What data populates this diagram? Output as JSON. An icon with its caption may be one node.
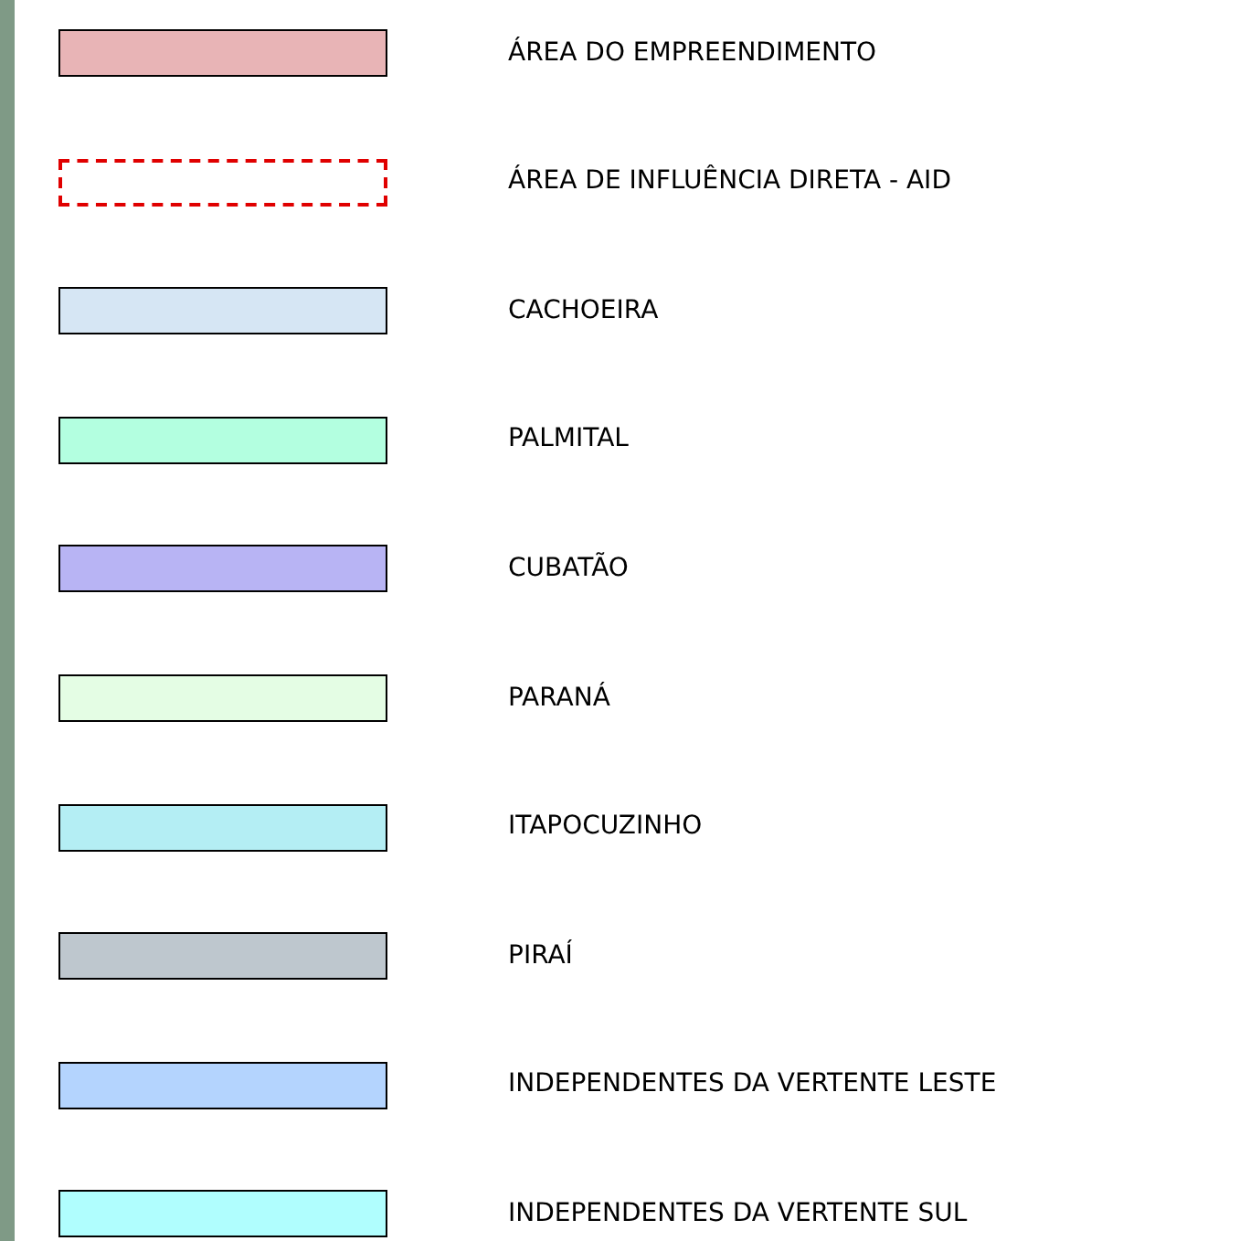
{
  "diagram": {
    "legend": [
      {
        "text": "ÁREA DO EMPREENDIMENTO",
        "color": "#e8b4b6"
      },
      {
        "text": "ÁREA DE INFLUÊNCIA DIRETA - AID"
      },
      {
        "text": "CACHOEIRA",
        "color": "#d6e6f4"
      },
      {
        "text": "PALMITAL",
        "color": "#b3ffe0"
      },
      {
        "text": "CUBATÃO",
        "color": "#b8b4f4"
      },
      {
        "text": "PARANÁ",
        "color": "#e4fde4"
      },
      {
        "text": "ITAPOCUZINHO",
        "color": "#b4eef4"
      },
      {
        "text": "PIRAÍ",
        "color": "#bec7ce"
      },
      {
        "text": "INDEPENDENTES DA VERTENTE LESTE",
        "color": "#b4d4fe"
      },
      {
        "text": "INDEPENDENTES DA VERTENTE SUL",
        "color": "#b0fefe"
      }
    ]
  }
}
